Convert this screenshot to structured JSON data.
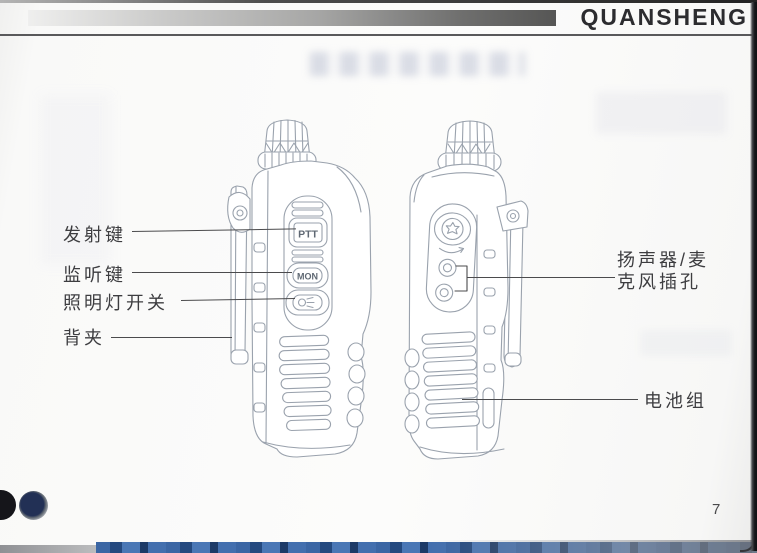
{
  "header": {
    "brand": "QUANSHENG"
  },
  "callouts": {
    "left": [
      {
        "label": "发射键"
      },
      {
        "label": "监听键"
      },
      {
        "label": "照明灯开关"
      },
      {
        "label": "背夹"
      }
    ],
    "right": [
      {
        "label_lines": [
          "扬声器/麦",
          "克风插孔"
        ]
      },
      {
        "label": "电池组"
      }
    ]
  },
  "illustration": {
    "button_labels": {
      "ptt": "PTT",
      "mon": "MON"
    }
  },
  "footer": {
    "page_number": "7"
  },
  "colors": {
    "line_art": "#9aa2ad",
    "callout_line": "#4b4b4d",
    "brand_bar_dark": "#565655",
    "bottom_band_blue": "#3b66a4"
  }
}
